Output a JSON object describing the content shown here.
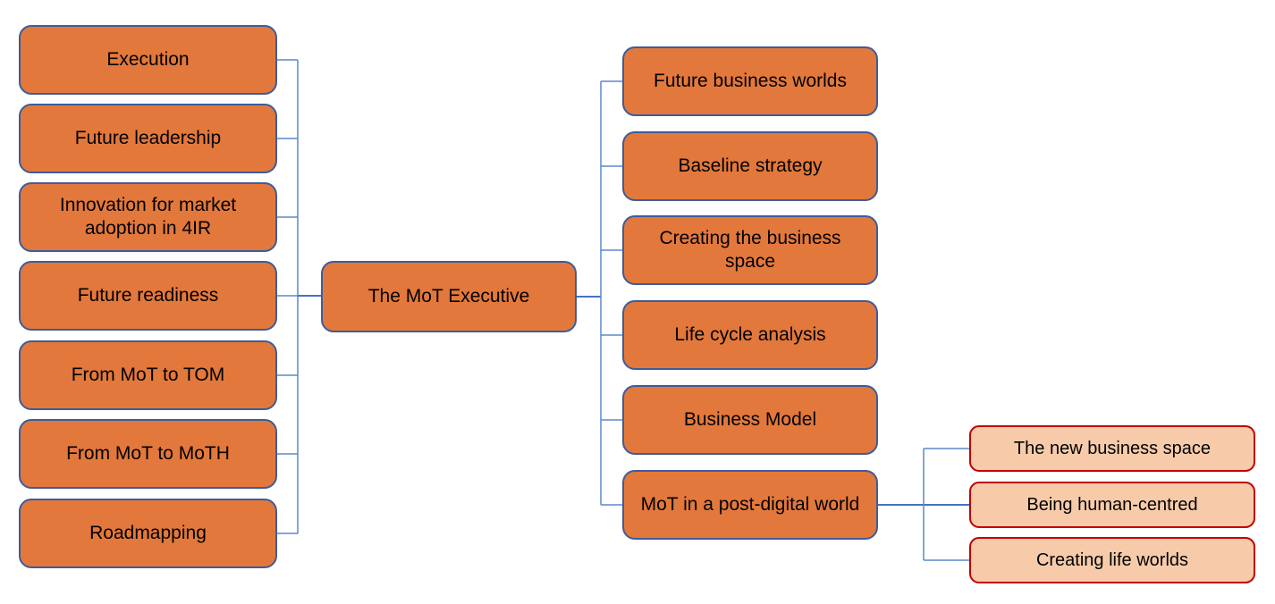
{
  "diagram": {
    "root": {
      "label": "The MoT Executive"
    },
    "left_branches": [
      {
        "label": "Execution"
      },
      {
        "label": "Future leadership"
      },
      {
        "label": "Innovation for market adoption in 4IR"
      },
      {
        "label": "Future readiness"
      },
      {
        "label": "From MoT to TOM"
      },
      {
        "label": "From MoT to MoTH"
      },
      {
        "label": "Roadmapping"
      }
    ],
    "right_branches": [
      {
        "label": "Future business worlds"
      },
      {
        "label": "Baseline strategy"
      },
      {
        "label": "Creating the business space"
      },
      {
        "label": "Life cycle analysis"
      },
      {
        "label": "Business Model"
      },
      {
        "label": "MoT in a post-digital world"
      }
    ],
    "post_digital_children": [
      {
        "label": "The new business space"
      },
      {
        "label": "Being human-centred"
      },
      {
        "label": "Creating life worlds"
      }
    ],
    "colors": {
      "node_fill": "#e3783c",
      "node_border": "#3e5c9a",
      "leaf_fill": "#f7cba9",
      "leaf_border": "#c00000",
      "connector": "#5b89cc",
      "connector_strong": "#4472c4"
    }
  }
}
